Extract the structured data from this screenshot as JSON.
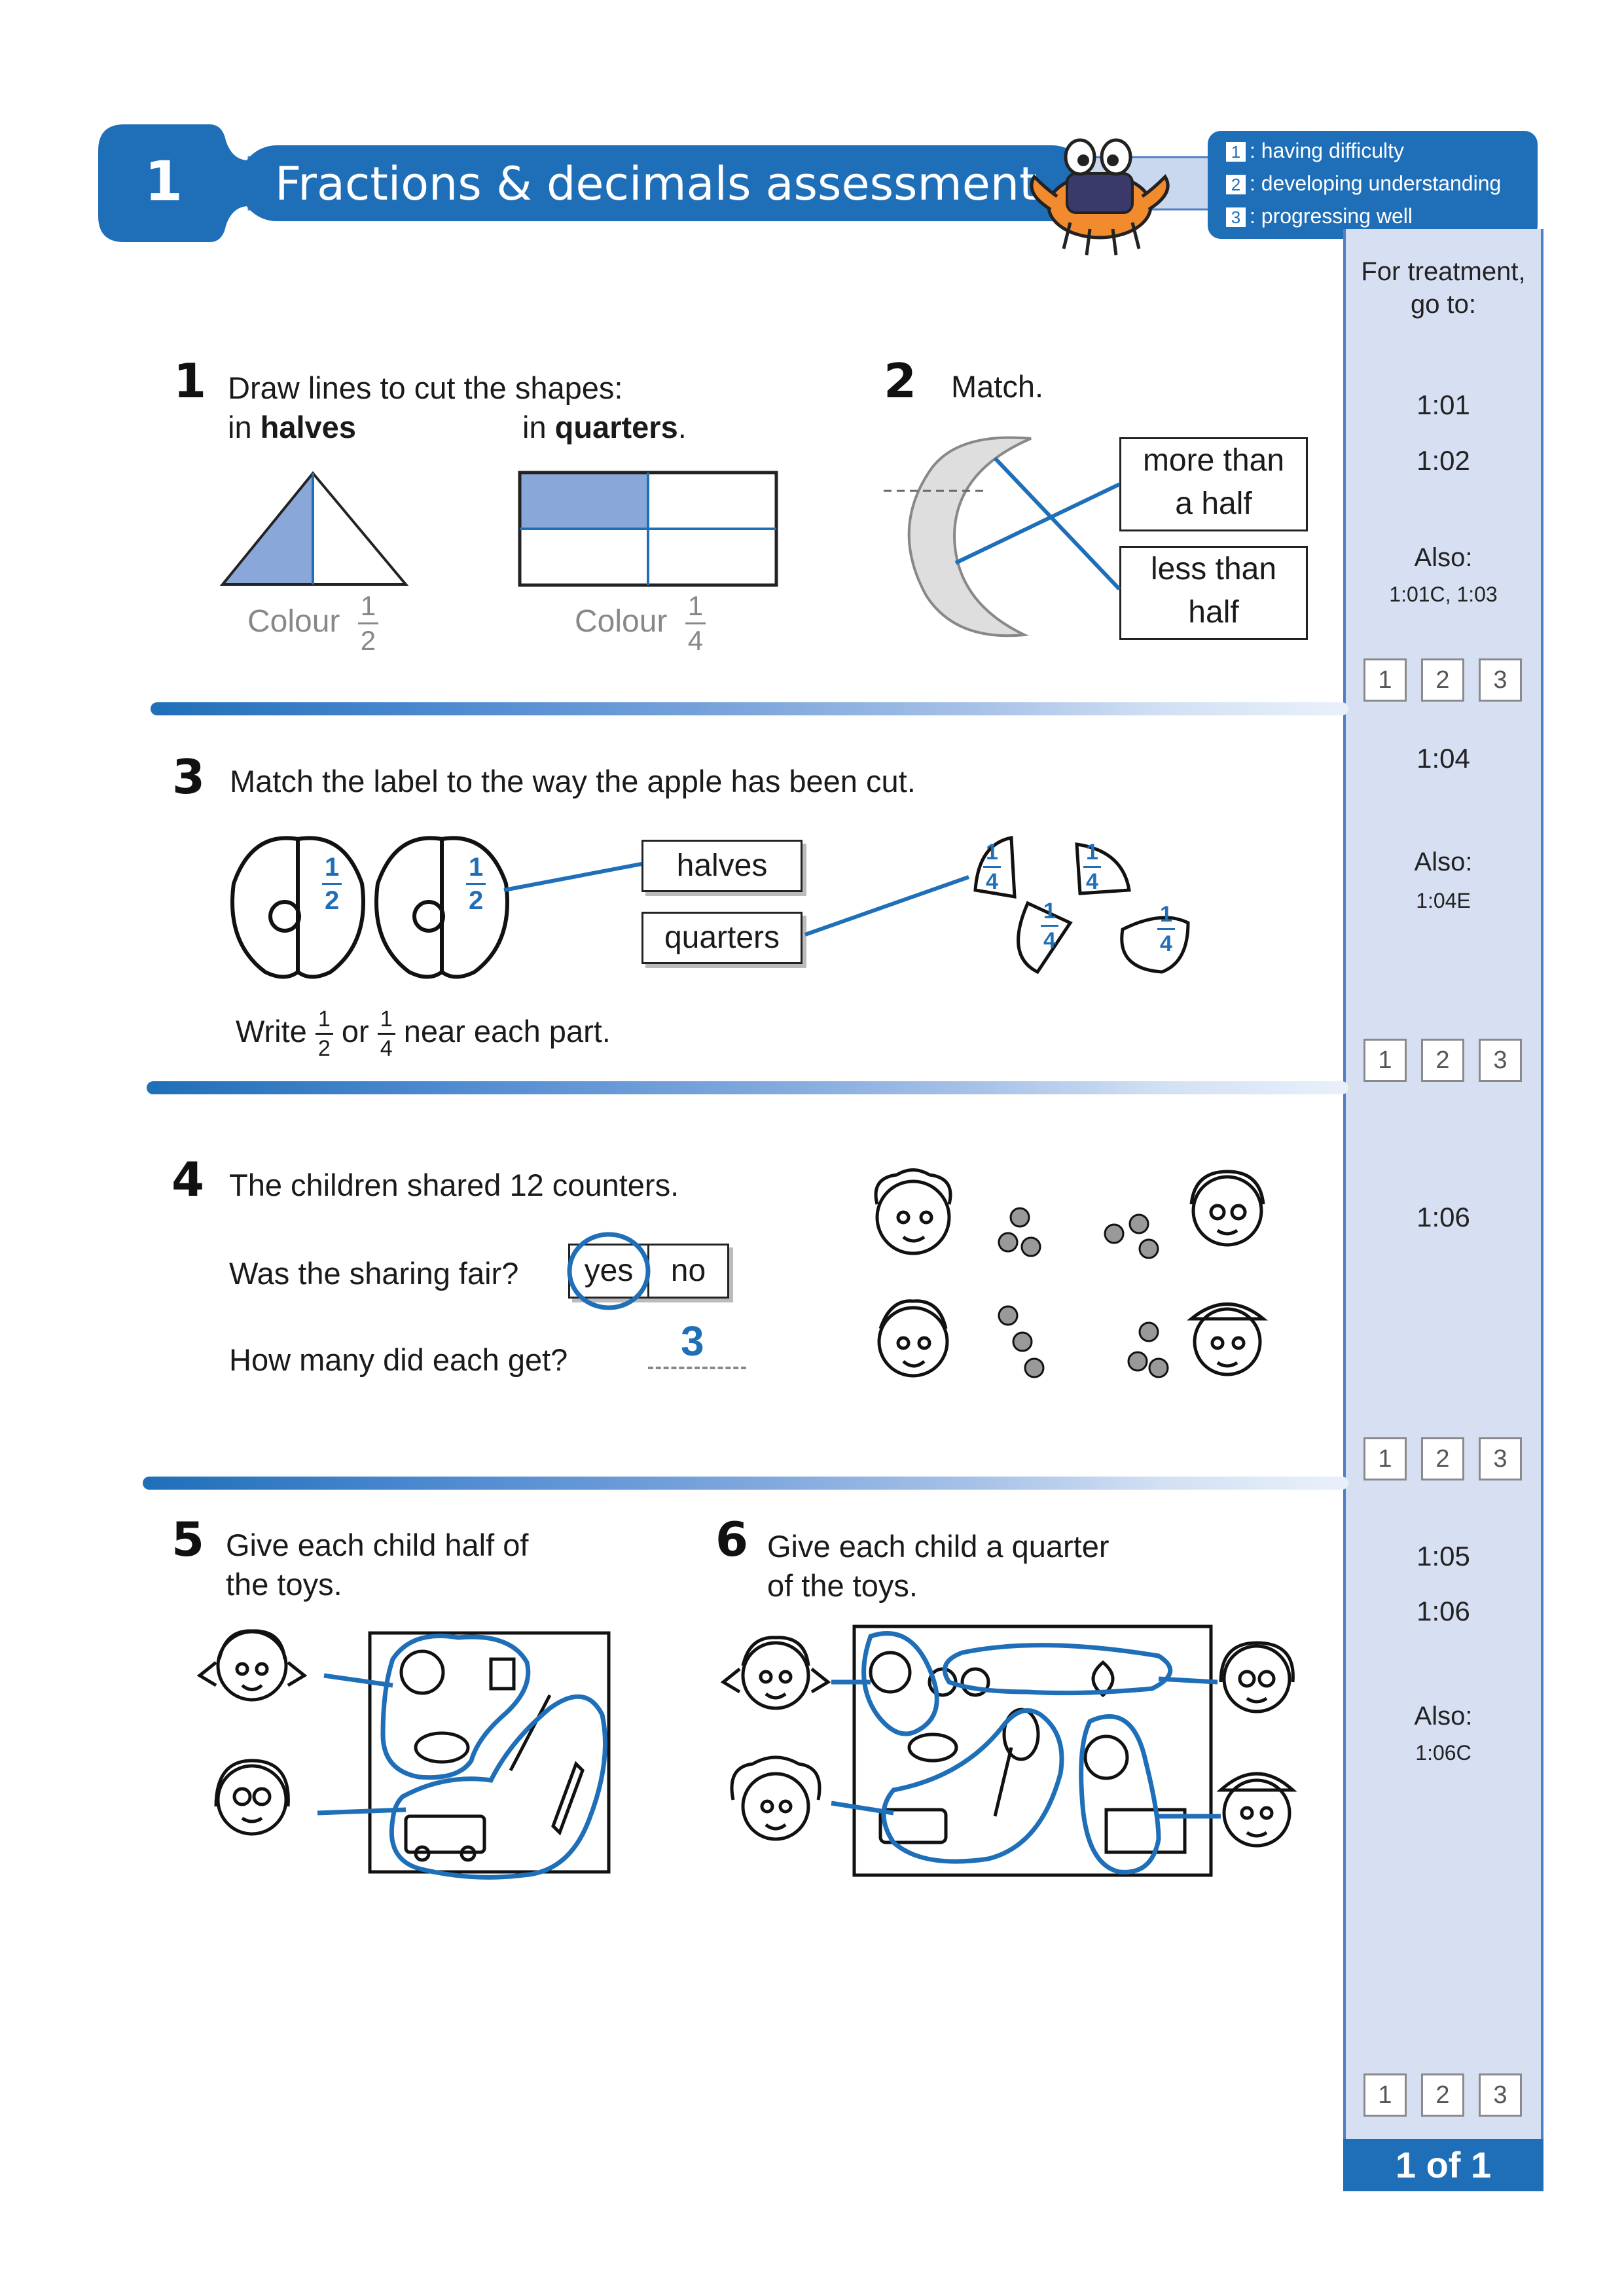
{
  "header": {
    "section_number": "1",
    "title": "Fractions & decimals assessment",
    "legend": [
      {
        "num": "1",
        "text": ": having difficulty"
      },
      {
        "num": "2",
        "text": ": developing understanding"
      },
      {
        "num": "3",
        "text": ": progressing well"
      }
    ]
  },
  "sidebar": {
    "heading_line1": "For treatment,",
    "heading_line2": "go to:",
    "block1": {
      "ref1": "1:01",
      "ref2": "1:02",
      "also": "Also:",
      "also_refs": "1:01C, 1:03"
    },
    "block2": {
      "ref1": "1:04",
      "also": "Also:",
      "also_refs": "1:04E"
    },
    "block3": {
      "ref1": "1:06"
    },
    "block4": {
      "ref1": "1:05",
      "ref2": "1:06",
      "also": "Also:",
      "also_refs": "1:06C"
    },
    "rating": [
      "1",
      "2",
      "3"
    ],
    "page_label": "1 of 1"
  },
  "q1": {
    "number": "1",
    "line1": "Draw lines to cut the shapes:",
    "in_a": "in ",
    "halves": "halves",
    "in_b": "in ",
    "quarters": "quarters",
    "period": ".",
    "colour": "Colour",
    "frac_half": {
      "num": "1",
      "den": "2"
    },
    "frac_quarter": {
      "num": "1",
      "den": "4"
    }
  },
  "q2": {
    "number": "2",
    "prompt": "Match.",
    "box1_line1": "more than",
    "box1_line2": "a half",
    "box2_line1": "less than",
    "box2_line2": "half"
  },
  "q3": {
    "number": "3",
    "prompt": "Match the label to the way the apple has been cut.",
    "label_halves": "halves",
    "label_quarters": "quarters",
    "write": "Write",
    "or": "or",
    "near": "near each part.",
    "half": {
      "num": "1",
      "den": "2"
    },
    "quarter": {
      "num": "1",
      "den": "4"
    }
  },
  "q4": {
    "number": "4",
    "line1": "The children shared 12 counters.",
    "line2": "Was the sharing fair?",
    "yes": "yes",
    "no": "no",
    "line3": "How many did each get?",
    "answer": "3"
  },
  "q5": {
    "number": "5",
    "line1": "Give each child half of",
    "line2": "the toys."
  },
  "q6": {
    "number": "6",
    "line1": "Give each child a quarter",
    "line2": "of the toys."
  }
}
